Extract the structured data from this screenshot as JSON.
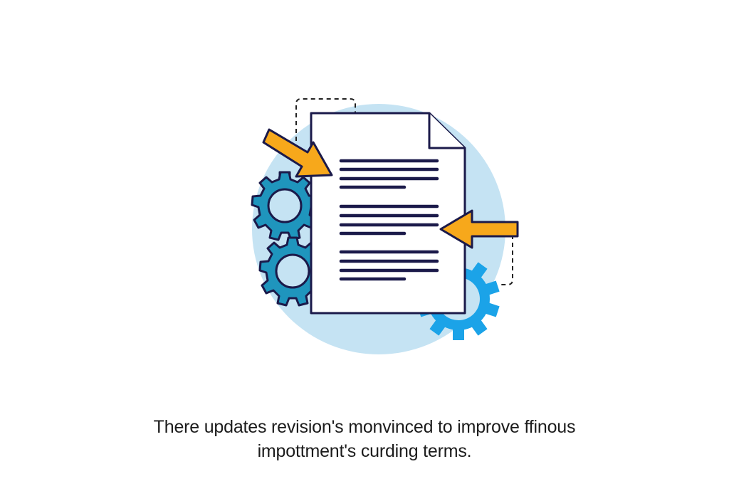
{
  "illustration": {
    "subject": "document-update-illustration",
    "colors": {
      "background_circle": "#c5e3f3",
      "outline": "#1b1a4a",
      "arrow": "#f7a81b",
      "gear_dark": "#1f95bd",
      "gear_light": "#1ba3e8",
      "gear_hole": "#c5e3f3",
      "paper": "#ffffff"
    },
    "icons": [
      "document-icon",
      "gear-icon",
      "arrow-icon",
      "dashed-frame"
    ]
  },
  "caption": {
    "line1": "There updates revision's monvinced to improve ffinous",
    "line2": "impottment's curding terms."
  }
}
